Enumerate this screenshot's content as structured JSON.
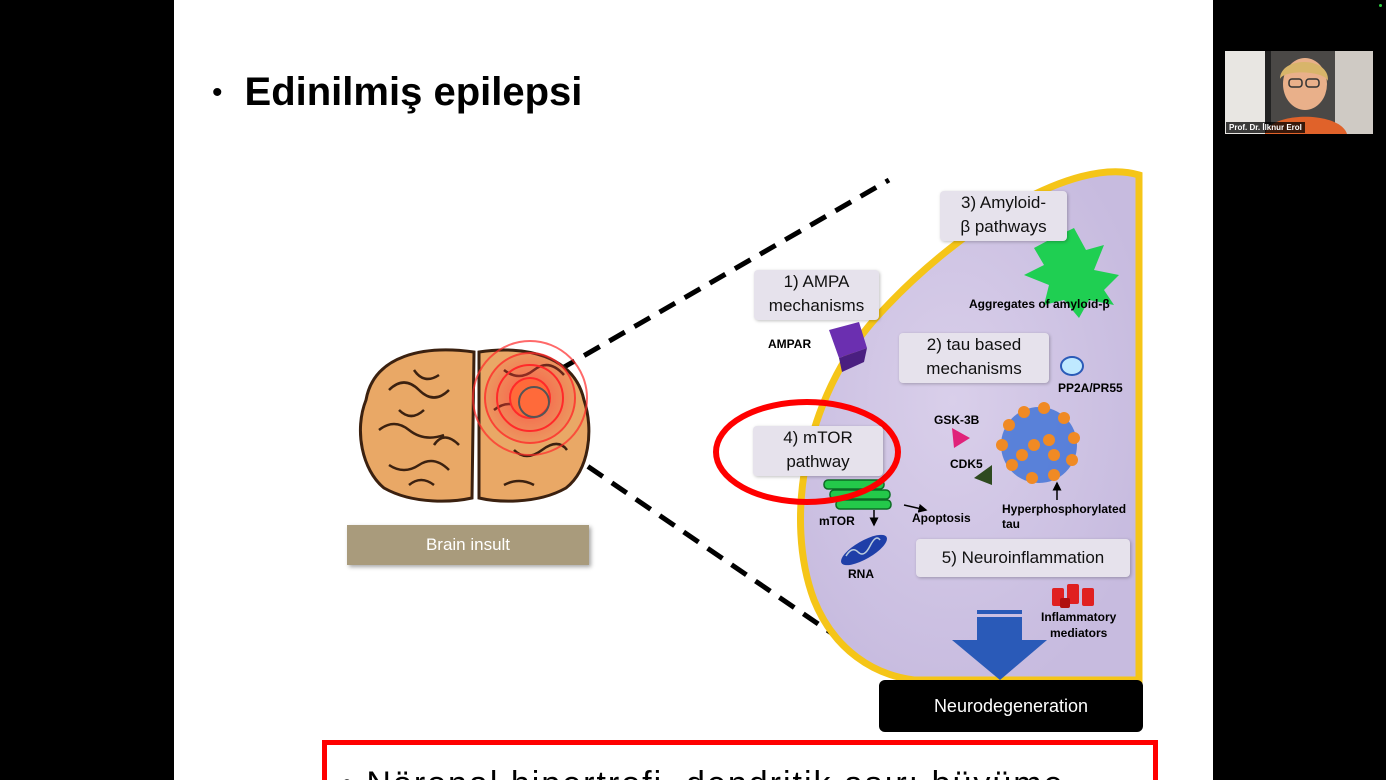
{
  "slide": {
    "title": "Edinilmiş epilepsi",
    "bullet": "•",
    "bottom_text": "• Nöronal hipertrofi, dendritik aşırı büyüme"
  },
  "diagram": {
    "brain_insult": "Brain insult",
    "neurodegeneration": "Neurodegeneration",
    "amyloid_line1": "3) Amyloid-",
    "amyloid_line2": "β pathways",
    "amyloid_aggregates": "Aggregates of  amyloid-β",
    "ampa_line1": "1) AMPA",
    "ampa_line2": "mechanisms",
    "ampar": "AMPAR",
    "tau_line1": "2) tau based",
    "tau_line2": "mechanisms",
    "pp2a": "PP2A/PR55",
    "mtor_line1": "4) mTOR",
    "mtor_line2": "pathway",
    "gsk": "GSK-3B",
    "cdk5": "CDK5",
    "hyper_line1": "Hyperphosphorylated",
    "hyper_line2": "tau",
    "mtor": "mTOR",
    "apoptosis": "Apoptosis",
    "rna": "RNA",
    "neuroinflammation": "5) Neuroinflammation",
    "inflam_line1": "Inflammatory",
    "inflam_line2": "mediators"
  },
  "webcam": {
    "name": "Prof. Dr. İlknur Erol"
  },
  "colors": {
    "highlight_red": "#ff0000",
    "cell_border": "#f5c518",
    "cell_fill": "#d3c8e6",
    "brain_insult_fill": "#a99b7c",
    "arrow_blue": "#2a5ab8"
  }
}
